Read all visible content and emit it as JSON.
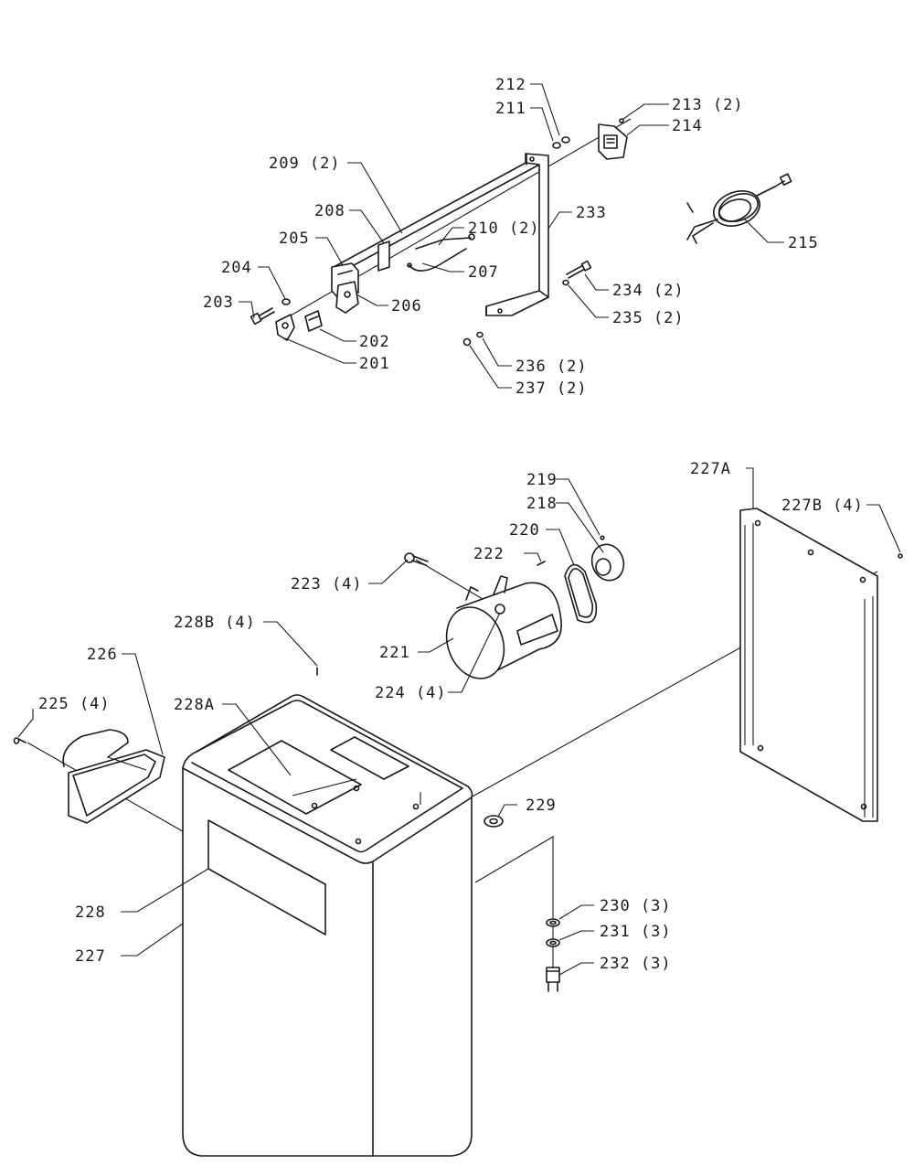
{
  "labels": {
    "p201": "201",
    "p202": "202",
    "p203": "203",
    "p204": "204",
    "p205": "205",
    "p206": "206",
    "p207": "207",
    "p208": "208",
    "p209": "209 (2)",
    "p210": "210 (2)",
    "p211": "211",
    "p212": "212",
    "p213": "213 (2)",
    "p214": "214",
    "p215": "215",
    "p218": "218",
    "p219": "219",
    "p220": "220",
    "p221": "221",
    "p222": "222",
    "p223": "223 (4)",
    "p224": "224 (4)",
    "p225": "225 (4)",
    "p226": "226",
    "p227": "227",
    "p227A": "227A",
    "p227B": "227B (4)",
    "p228": "228",
    "p228A": "228A",
    "p228B": "228B (4)",
    "p229": "229",
    "p230": "230 (3)",
    "p231": "231 (3)",
    "p232": "232 (3)",
    "p233": "233",
    "p234": "234 (2)",
    "p235": "235 (2)",
    "p236": "236 (2)",
    "p237": "237 (2)"
  }
}
